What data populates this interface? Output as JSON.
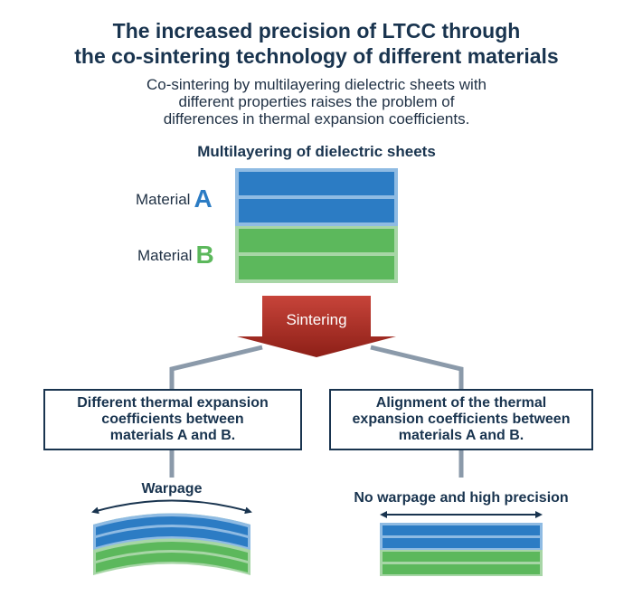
{
  "title_line1": "The increased precision of LTCC through",
  "title_line2": "the co-sintering technology of different materials",
  "intro": {
    "line1": "Co-sintering by multilayering dielectric sheets with",
    "line2": "different properties raises the problem of",
    "line3": "differences in thermal expansion coefficients."
  },
  "stack_heading": "Multilayering of dielectric sheets",
  "materials": [
    {
      "prefix": "Material",
      "letter": "A",
      "color": "#2c7cc4"
    },
    {
      "prefix": "Material",
      "letter": "B",
      "color": "#5cb85c"
    }
  ],
  "process_label": "Sintering",
  "branches": {
    "left": {
      "box_line1": "Different thermal expansion",
      "box_line2": "coefficients between",
      "box_line3": "materials A and B.",
      "result": "Warpage"
    },
    "right": {
      "box_line1": "Alignment of the thermal",
      "box_line2": "expansion coefficients between",
      "box_line3": "materials A and B.",
      "result": "No warpage and high precision"
    }
  },
  "colors": {
    "title": "#19344f",
    "material_a": "#2c7cc4",
    "material_a_light": "#8fbbe3",
    "material_b": "#5cb85c",
    "material_b_light": "#a7d6a6",
    "sintering_arrow": "#a8281e",
    "connector": "#8b9aaa"
  }
}
